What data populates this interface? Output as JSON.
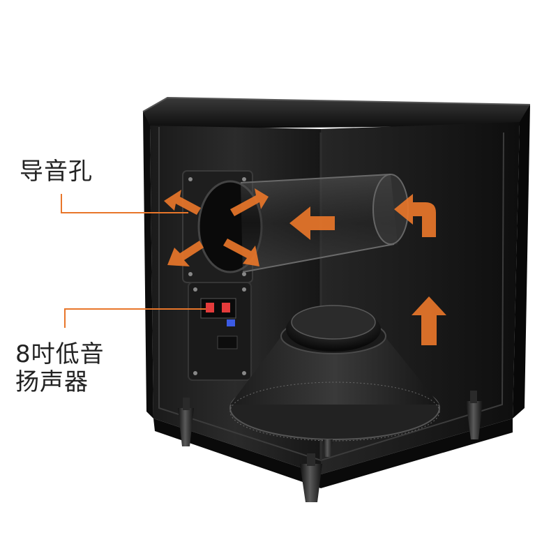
{
  "labels": {
    "port": "导音孔",
    "driver_line1": "8吋低音",
    "driver_line2": "扬声器"
  },
  "colors": {
    "accent": "#e8762a",
    "cabinet": "#141414",
    "background": "#ffffff"
  }
}
